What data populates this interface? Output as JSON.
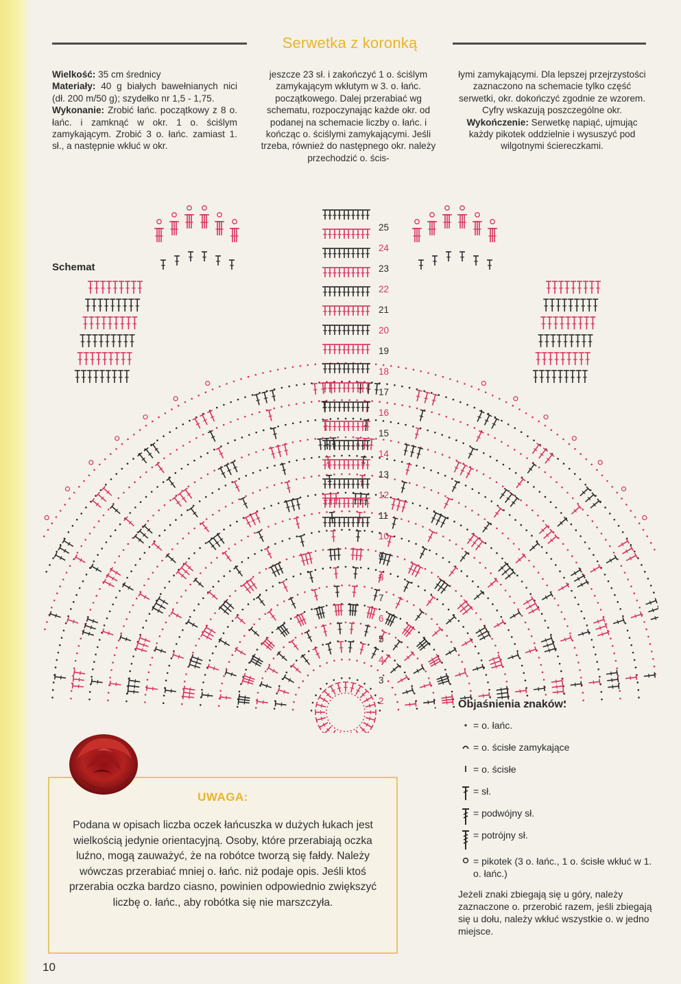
{
  "title": "Serwetka z koronką",
  "col1": {
    "size_label": "Wielkość:",
    "size_value": " 35 cm średnicy",
    "materials_label": "Materiały:",
    "materials_value": " 40 g białych bawełnianych nici (dł. 200 m/50 g); szydełko nr 1,5 - 1,75.",
    "execution_label": "Wykonanie:",
    "execution_value": " Zrobić łańc. początkowy z 8 o. łańc. i zamknąć w okr. 1 o. ściślym zamykającym. Zrobić 3 o. łańc. zamiast 1. sł., a następnie wkłuć w okr."
  },
  "col2": {
    "text": "jeszcze 23 sł. i zakończyć 1 o. ściślym zamykającym wkłutym w 3. o. łańc. początkowego. Dalej przerabiać wg schematu, rozpoczynając każde okr. od podanej na schemacie liczby o. łańc. i kończąc o. ściślymi zamykającymi. Jeśli trzeba, również do następnego okr. należy przechodzić o. ścis-"
  },
  "col3": {
    "text": "łymi zamykającymi. Dla lepszej przejrzystości zaznaczono na schemacie tylko część serwetki, okr. dokończyć zgodnie ze wzorem. Cyfry wskazują poszczególne okr.",
    "finishing_label": "Wykończenie:",
    "finishing_value": " Serwetkę napiąć, ujmując każdy pikotek oddzielnie i wysuszyć pod wilgotnymi ściereczkami."
  },
  "schemat_label": "Schemat",
  "diagram": {
    "round_numbers": [
      "2",
      "3",
      "4",
      "5",
      "6",
      "7",
      "8",
      "9",
      "10",
      "11",
      "12",
      "13",
      "14",
      "15",
      "16",
      "17",
      "18",
      "19",
      "20",
      "21",
      "22",
      "23",
      "24",
      "25"
    ]
  },
  "legend": {
    "title": "Objaśnienia znaków:",
    "items": [
      {
        "symbol": "chain-dot-icon",
        "text": "= o. łańc."
      },
      {
        "symbol": "slip-stitch-arc-icon",
        "text": "= o. ścisłe zamykające"
      },
      {
        "symbol": "single-crochet-bar-icon",
        "text": "= o. ścisłe"
      },
      {
        "symbol": "double-crochet-icon",
        "text": "= sł."
      },
      {
        "symbol": "treble-crochet-icon",
        "text": "= podwójny sł."
      },
      {
        "symbol": "triple-treble-icon",
        "text": "= potrójny sł."
      },
      {
        "symbol": "picot-ring-icon",
        "text": "= pikotek (3 o. łańc., 1 o. ścisłe wkłuć w  1. o. łańc.)"
      }
    ],
    "note": "Jeżeli znaki zbiegają się u góry, należy zaznaczone o. przerobić razem, jeśli zbiegają się u dołu, należy wkłuć wszystkie o. w jedno miejsce."
  },
  "warning": {
    "title": "UWAGA:",
    "text": "Podana w opisach liczba oczek łańcuszka w dużych łukach jest wielkością jedynie orientacyjną. Osoby, które przerabiają oczka luźno, mogą zauważyć, że na robótce tworzą się fałdy. Należy wówczas przerabiać mniej o. łańc. niż podaje opis. Jeśli ktoś przerabia oczka bardzo ciasno, powinien odpowiednio zwiększyć liczbę o. łańc., aby robótka się nie marszczyła."
  },
  "page_number": "10",
  "colors": {
    "accent": "#e8b52a",
    "pink": "#d8325e",
    "ink": "#2a2a2a"
  }
}
